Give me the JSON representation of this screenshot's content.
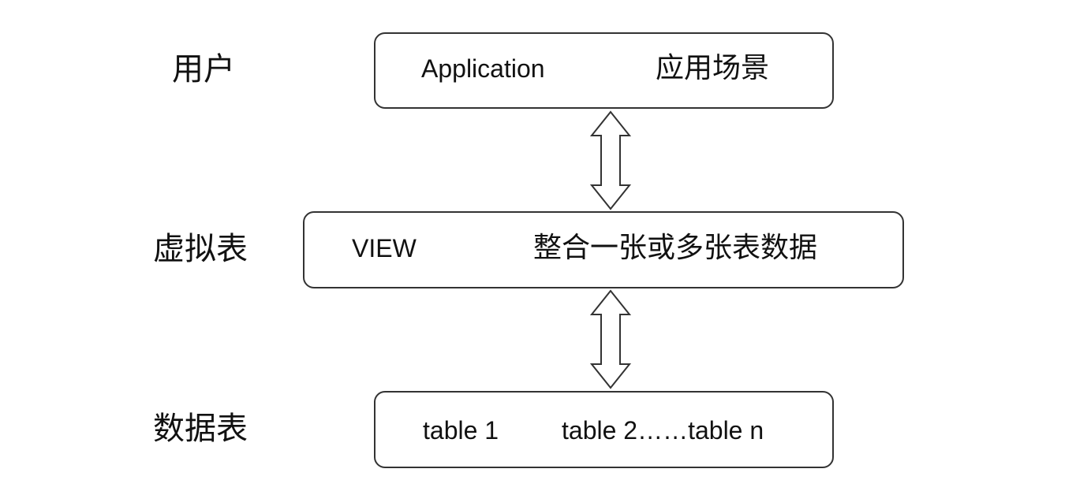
{
  "layers": {
    "user": {
      "label": "用户",
      "box_left_text": "Application",
      "box_right_text": "应用场景"
    },
    "virtual_table": {
      "label": "虚拟表",
      "box_left_text": "VIEW",
      "box_right_text": "整合一张或多张表数据"
    },
    "data_table": {
      "label": "数据表",
      "box_left_text": "table 1",
      "box_right_text": "table 2……table n"
    }
  },
  "connectors": [
    {
      "from": "user",
      "to": "virtual_table",
      "style": "double-headed-hollow-arrow"
    },
    {
      "from": "virtual_table",
      "to": "data_table",
      "style": "double-headed-hollow-arrow"
    }
  ]
}
